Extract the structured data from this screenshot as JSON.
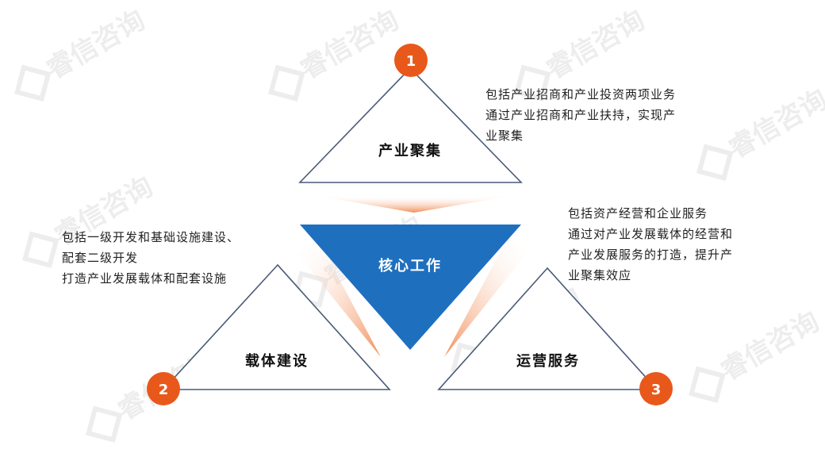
{
  "watermark": "睿信咨询",
  "center": {
    "label": "核心工作",
    "color": "#1f6fbf"
  },
  "accent": "#e8581a",
  "nodes": [
    {
      "number": "1",
      "label": "产业聚集",
      "lines": [
        "包括产业招商和产业投资两项业务",
        "通过产业招商和产业扶持，实现产",
        "业聚集"
      ]
    },
    {
      "number": "2",
      "label": "载体建设",
      "lines": [
        "包括一级开发和基础设施建设、",
        "配套二级开发",
        "打造产业发展载体和配套设施"
      ]
    },
    {
      "number": "3",
      "label": "运营服务",
      "lines": [
        "包括资产经营和企业服务",
        "通过对产业发展载体的经营和",
        "产业发展服务的打造，提升产",
        "业聚集效应"
      ]
    }
  ]
}
